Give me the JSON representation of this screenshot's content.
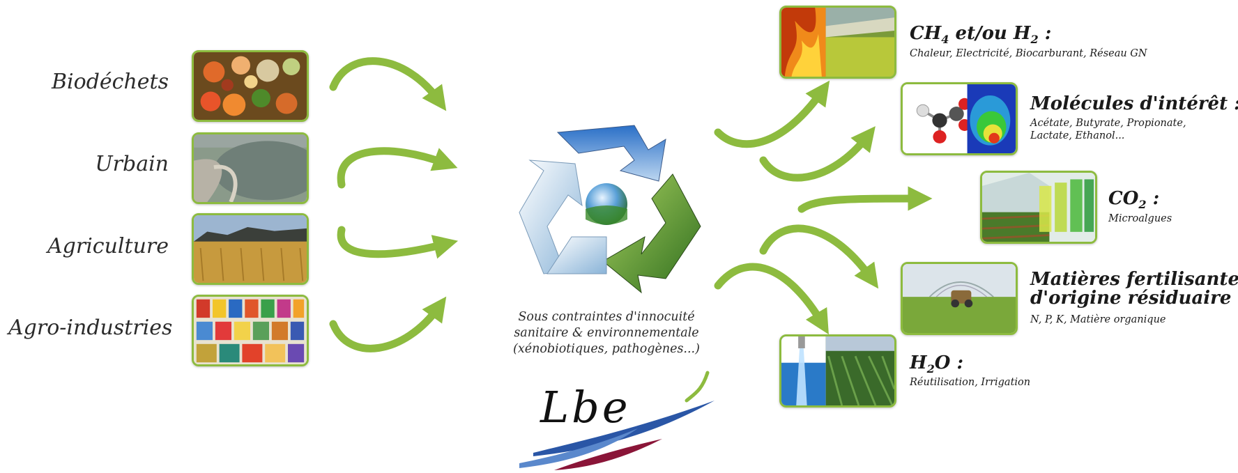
{
  "sources": [
    {
      "label": "Biodéchets"
    },
    {
      "label": "Urbain"
    },
    {
      "label": "Agriculture"
    },
    {
      "label": "Agro-industries"
    }
  ],
  "center": {
    "line1": "Sous contraintes d'innocuité",
    "line2": "sanitaire & environnementale",
    "line3": "(xénobiotiques, pathogènes...)"
  },
  "logo": {
    "text": "Lbe"
  },
  "outputs": {
    "ch4": {
      "title_a": "CH",
      "title_sub1": "4",
      "title_b": " et/ou H",
      "title_sub2": "2",
      "title_c": " :",
      "subtitle": "Chaleur, Electricité, Biocarburant, Réseau GN"
    },
    "molecules": {
      "title": "Molécules d'intérêt :",
      "subtitle_1": "Acétate, Butyrate, Propionate,",
      "subtitle_2": "Lactate, Ethanol..."
    },
    "co2": {
      "title_a": "CO",
      "title_sub": "2",
      "title_b": " :",
      "subtitle": "Microalgues"
    },
    "fertilisants": {
      "title_1": "Matières fertilisantes",
      "title_2": "d'origine résiduaire :",
      "subtitle": "N, P, K, Matière organique"
    },
    "h2o": {
      "title_a": "H",
      "title_sub": "2",
      "title_b": "O :",
      "subtitle": "Réutilisation, Irrigation"
    }
  },
  "colors": {
    "arrow": "#8dbb3f",
    "frame": "#8dbb3f",
    "logo_blue": "#2a56a6",
    "logo_red": "#8a1538"
  }
}
